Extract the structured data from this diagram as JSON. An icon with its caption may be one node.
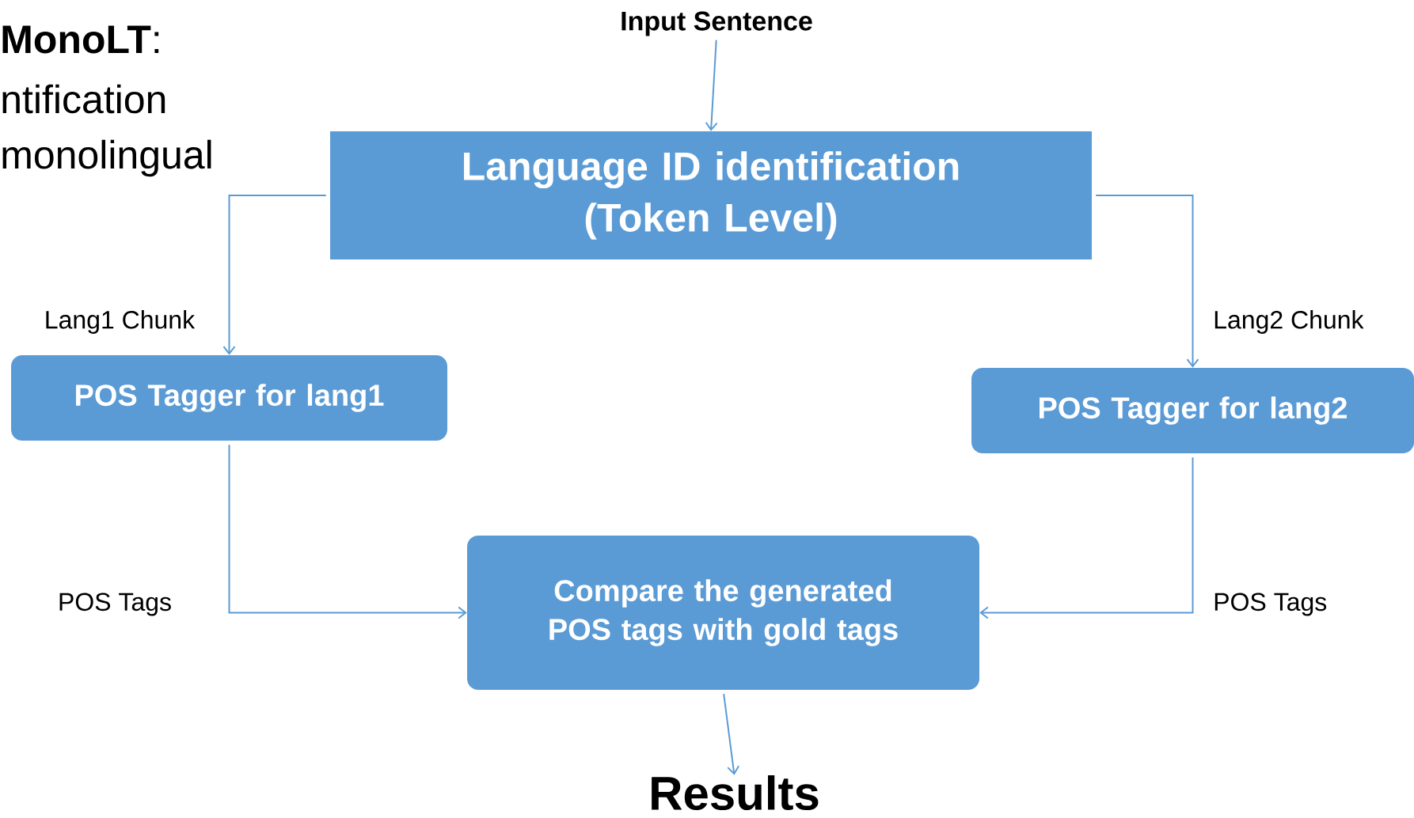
{
  "diagram": {
    "nodes": [
      {
        "text": [
          "Input Sentence"
        ]
      },
      {
        "text": [
          "Language ID identification (Token Level)"
        ]
      },
      {
        "text": [
          "POS Tagger for lang1"
        ]
      },
      {
        "text": [
          "POS Tagger for lang2"
        ]
      },
      {
        "text": [
          "Compare the generated POS tags with gold tags"
        ]
      },
      {
        "text": [
          "Results"
        ]
      }
    ],
    "edges": [
      {
        "from": 0,
        "to": 1,
        "arrow": "to"
      },
      {
        "from": 1,
        "to": 2,
        "arrow": "to",
        "label": "Lang1 Chunk"
      },
      {
        "from": 1,
        "to": 3,
        "arrow": "to",
        "label": "Lang2 Chunk"
      },
      {
        "from": 2,
        "to": 4,
        "arrow": "to",
        "label": "POS Tags"
      },
      {
        "from": 3,
        "to": 4,
        "arrow": "to",
        "label": "POS Tags"
      },
      {
        "from": 4,
        "to": 5,
        "arrow": "to"
      }
    ],
    "labels": [
      "**MonoLT**:",
      "ntification",
      "monolingual"
    ]
  }
}
